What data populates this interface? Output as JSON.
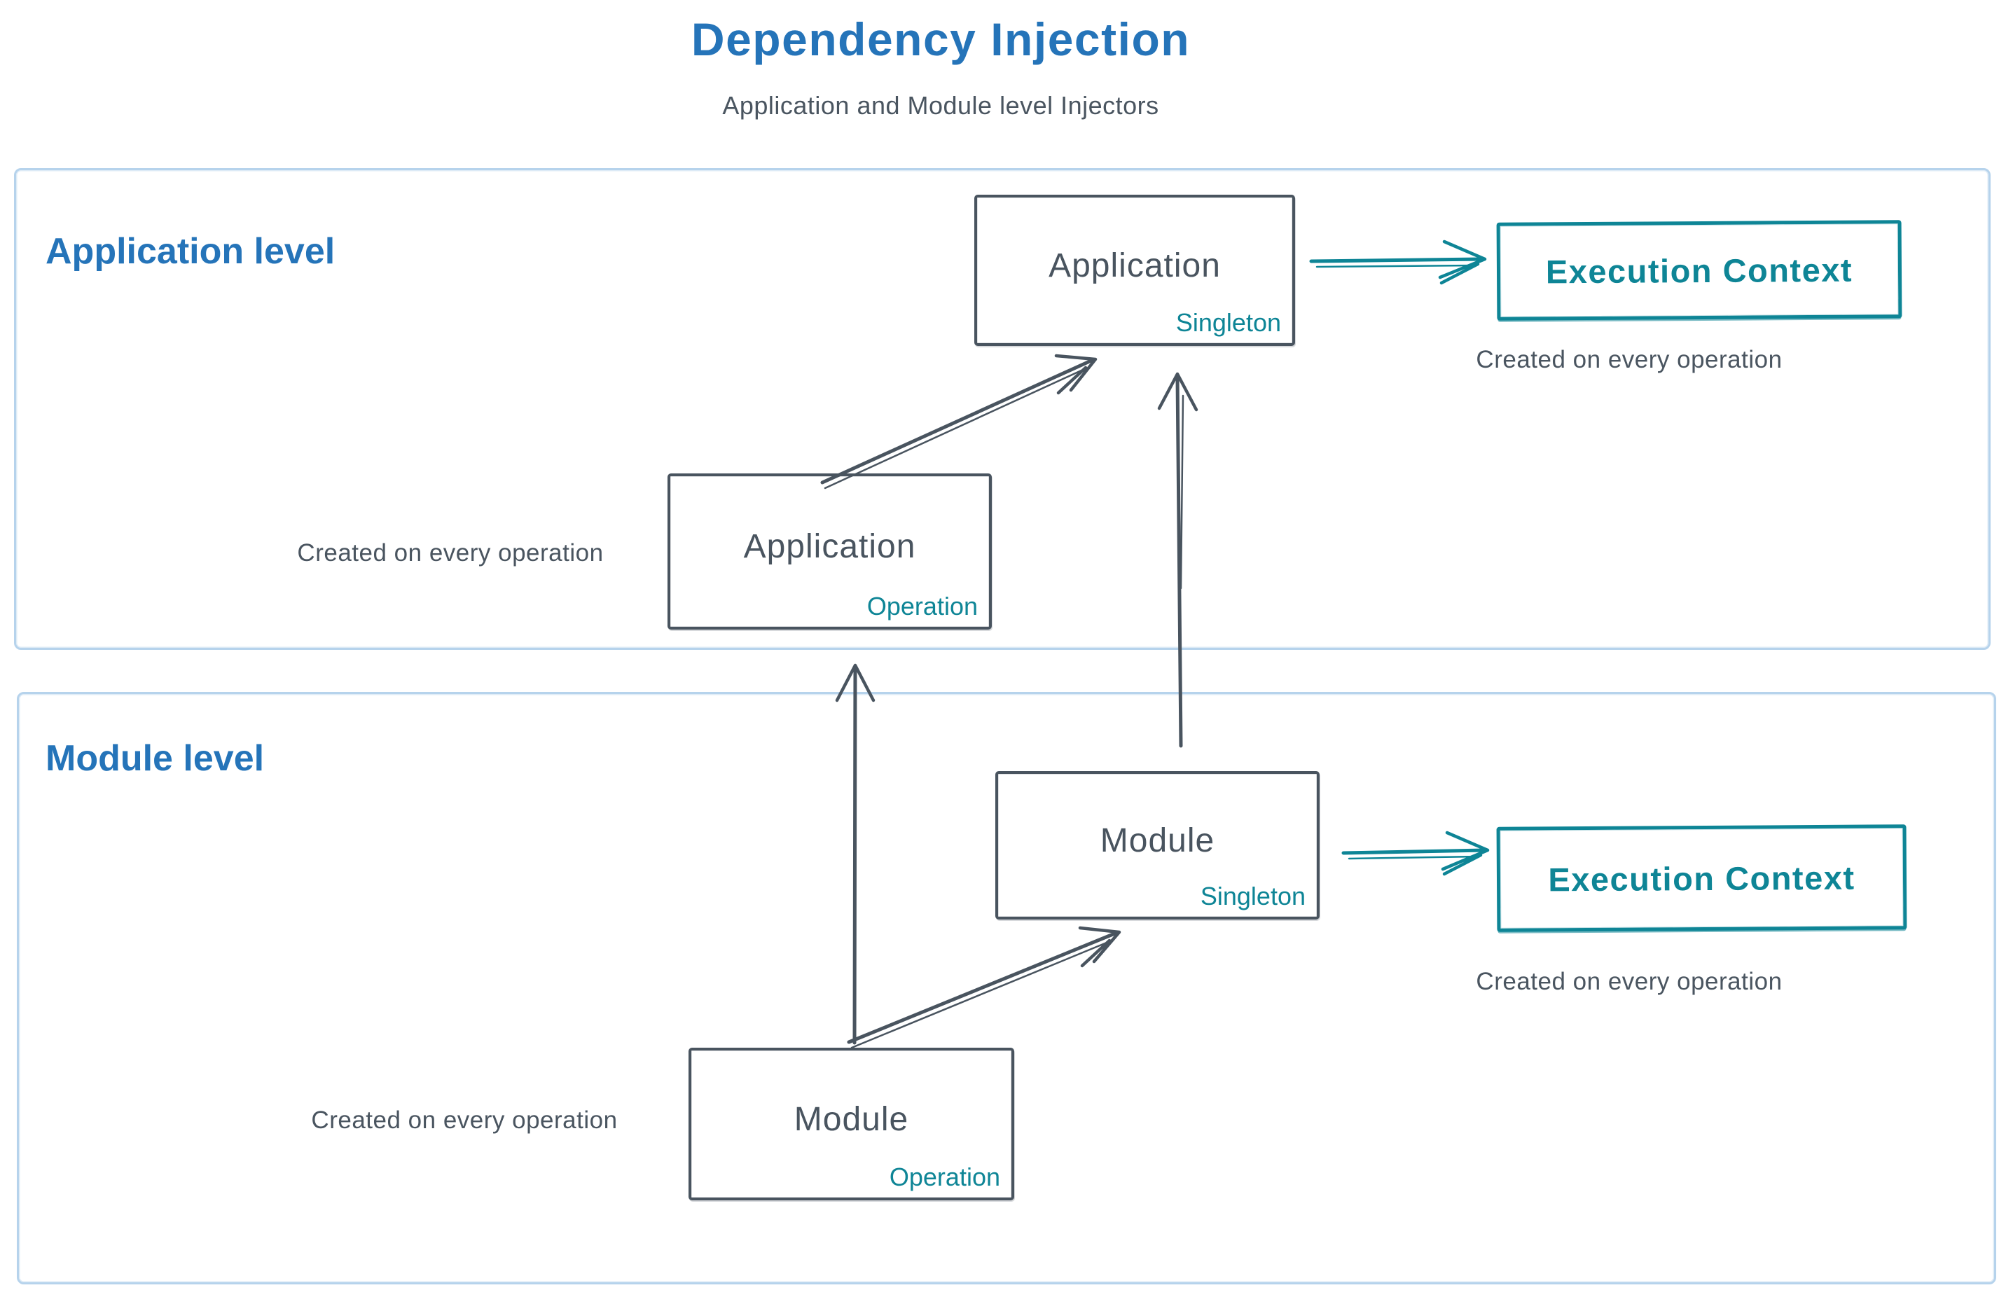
{
  "title": "Dependency Injection",
  "subtitle": "Application and Module level Injectors",
  "colors": {
    "accent_blue": "#2574b9",
    "accent_teal": "#0e8596",
    "shape_dark": "#49545f",
    "container_border": "#b6d3ec"
  },
  "application_level": {
    "label": "Application level",
    "singleton_box": {
      "name": "Application",
      "scope": "Singleton"
    },
    "operation_box": {
      "name": "Application",
      "scope": "Operation"
    },
    "operation_caption": "Created on every operation",
    "execution_context": {
      "label": "Execution Context",
      "caption": "Created on every operation"
    }
  },
  "module_level": {
    "label": "Module level",
    "singleton_box": {
      "name": "Module",
      "scope": "Singleton"
    },
    "operation_box": {
      "name": "Module",
      "scope": "Operation"
    },
    "operation_caption": "Created on every operation",
    "execution_context": {
      "label": "Execution Context",
      "caption": "Created on every operation"
    }
  }
}
